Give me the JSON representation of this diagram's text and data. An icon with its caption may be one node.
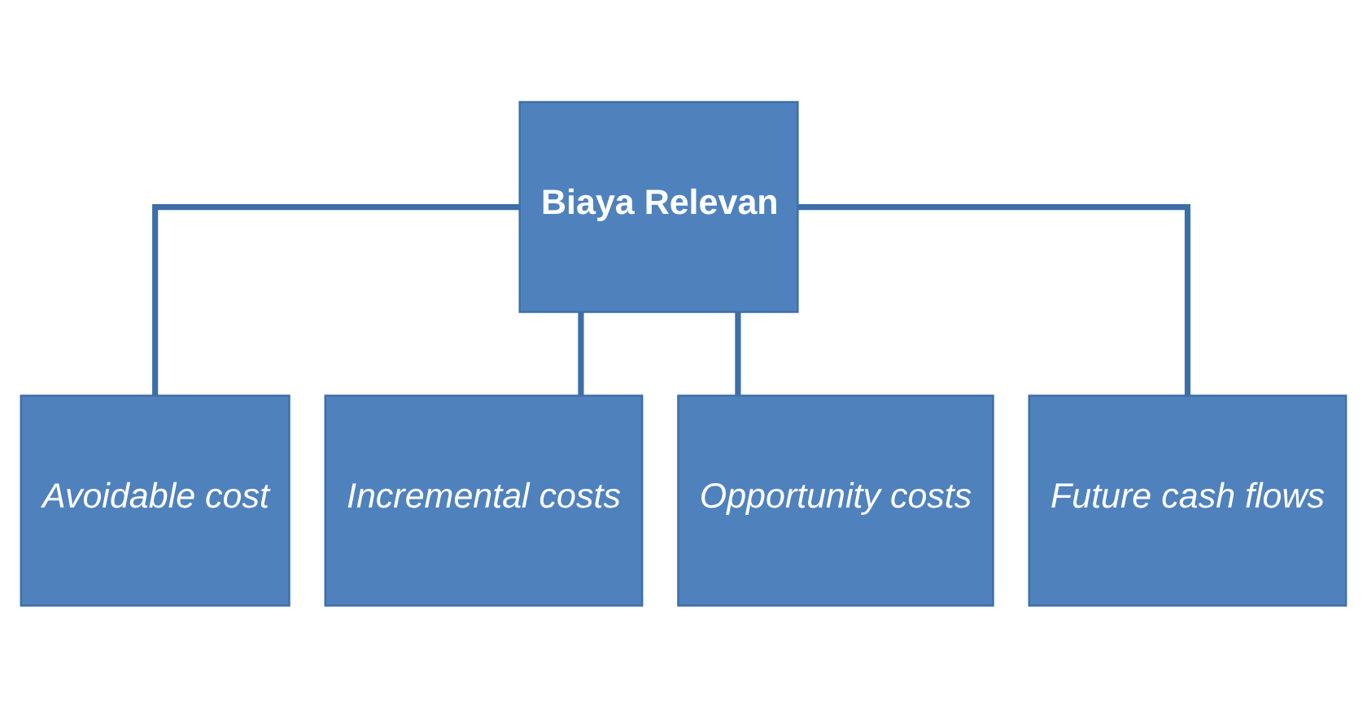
{
  "diagram": {
    "nodes": [
      {
        "text": [
          "Biaya Relevan"
        ]
      },
      {
        "text": [
          "Avoidable cost"
        ]
      },
      {
        "text": [
          "Incremental costs"
        ]
      },
      {
        "text": [
          "Opportunity costs"
        ]
      },
      {
        "text": [
          "Future cash flows"
        ]
      }
    ],
    "edges": [
      {
        "from": 0,
        "to": 1,
        "arrow": "none"
      },
      {
        "from": 0,
        "to": 2,
        "arrow": "none"
      },
      {
        "from": 0,
        "to": 3,
        "arrow": "none"
      },
      {
        "from": 0,
        "to": 4,
        "arrow": "none"
      }
    ]
  }
}
